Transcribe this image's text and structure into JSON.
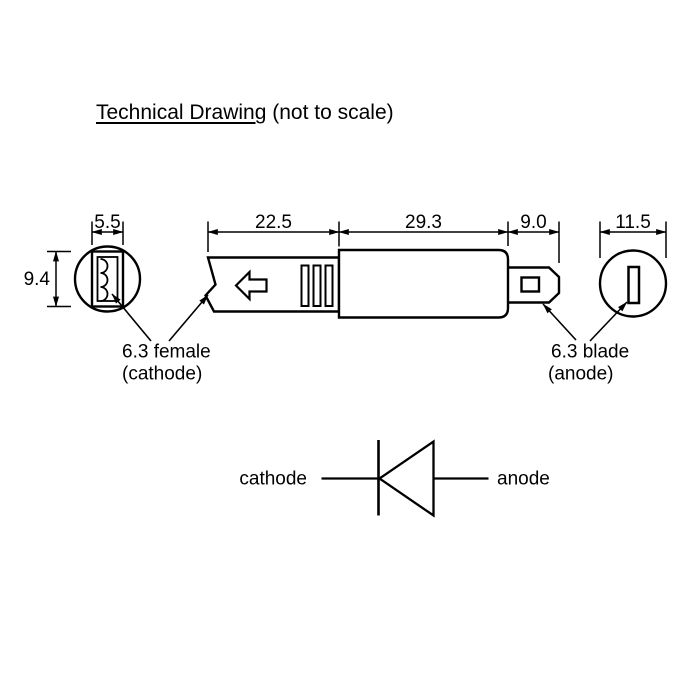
{
  "title": {
    "main": "Technical Drawing",
    "suffix": " (not to scale)"
  },
  "dimensions": {
    "female_width": "5.5",
    "female_height": "9.4",
    "sleeve_length": "22.5",
    "body_length": "29.3",
    "blade_length": "9.0",
    "plug_diameter": "11.5"
  },
  "labels": {
    "female_connector": "6.3 female",
    "female_connector_sub": "(cathode)",
    "blade_connector": "6.3 blade",
    "blade_connector_sub": "(anode)"
  },
  "diode_symbol": {
    "left_terminal": "cathode",
    "right_terminal": "anode"
  },
  "colors": {
    "line": "#000000",
    "background": "#ffffff"
  }
}
